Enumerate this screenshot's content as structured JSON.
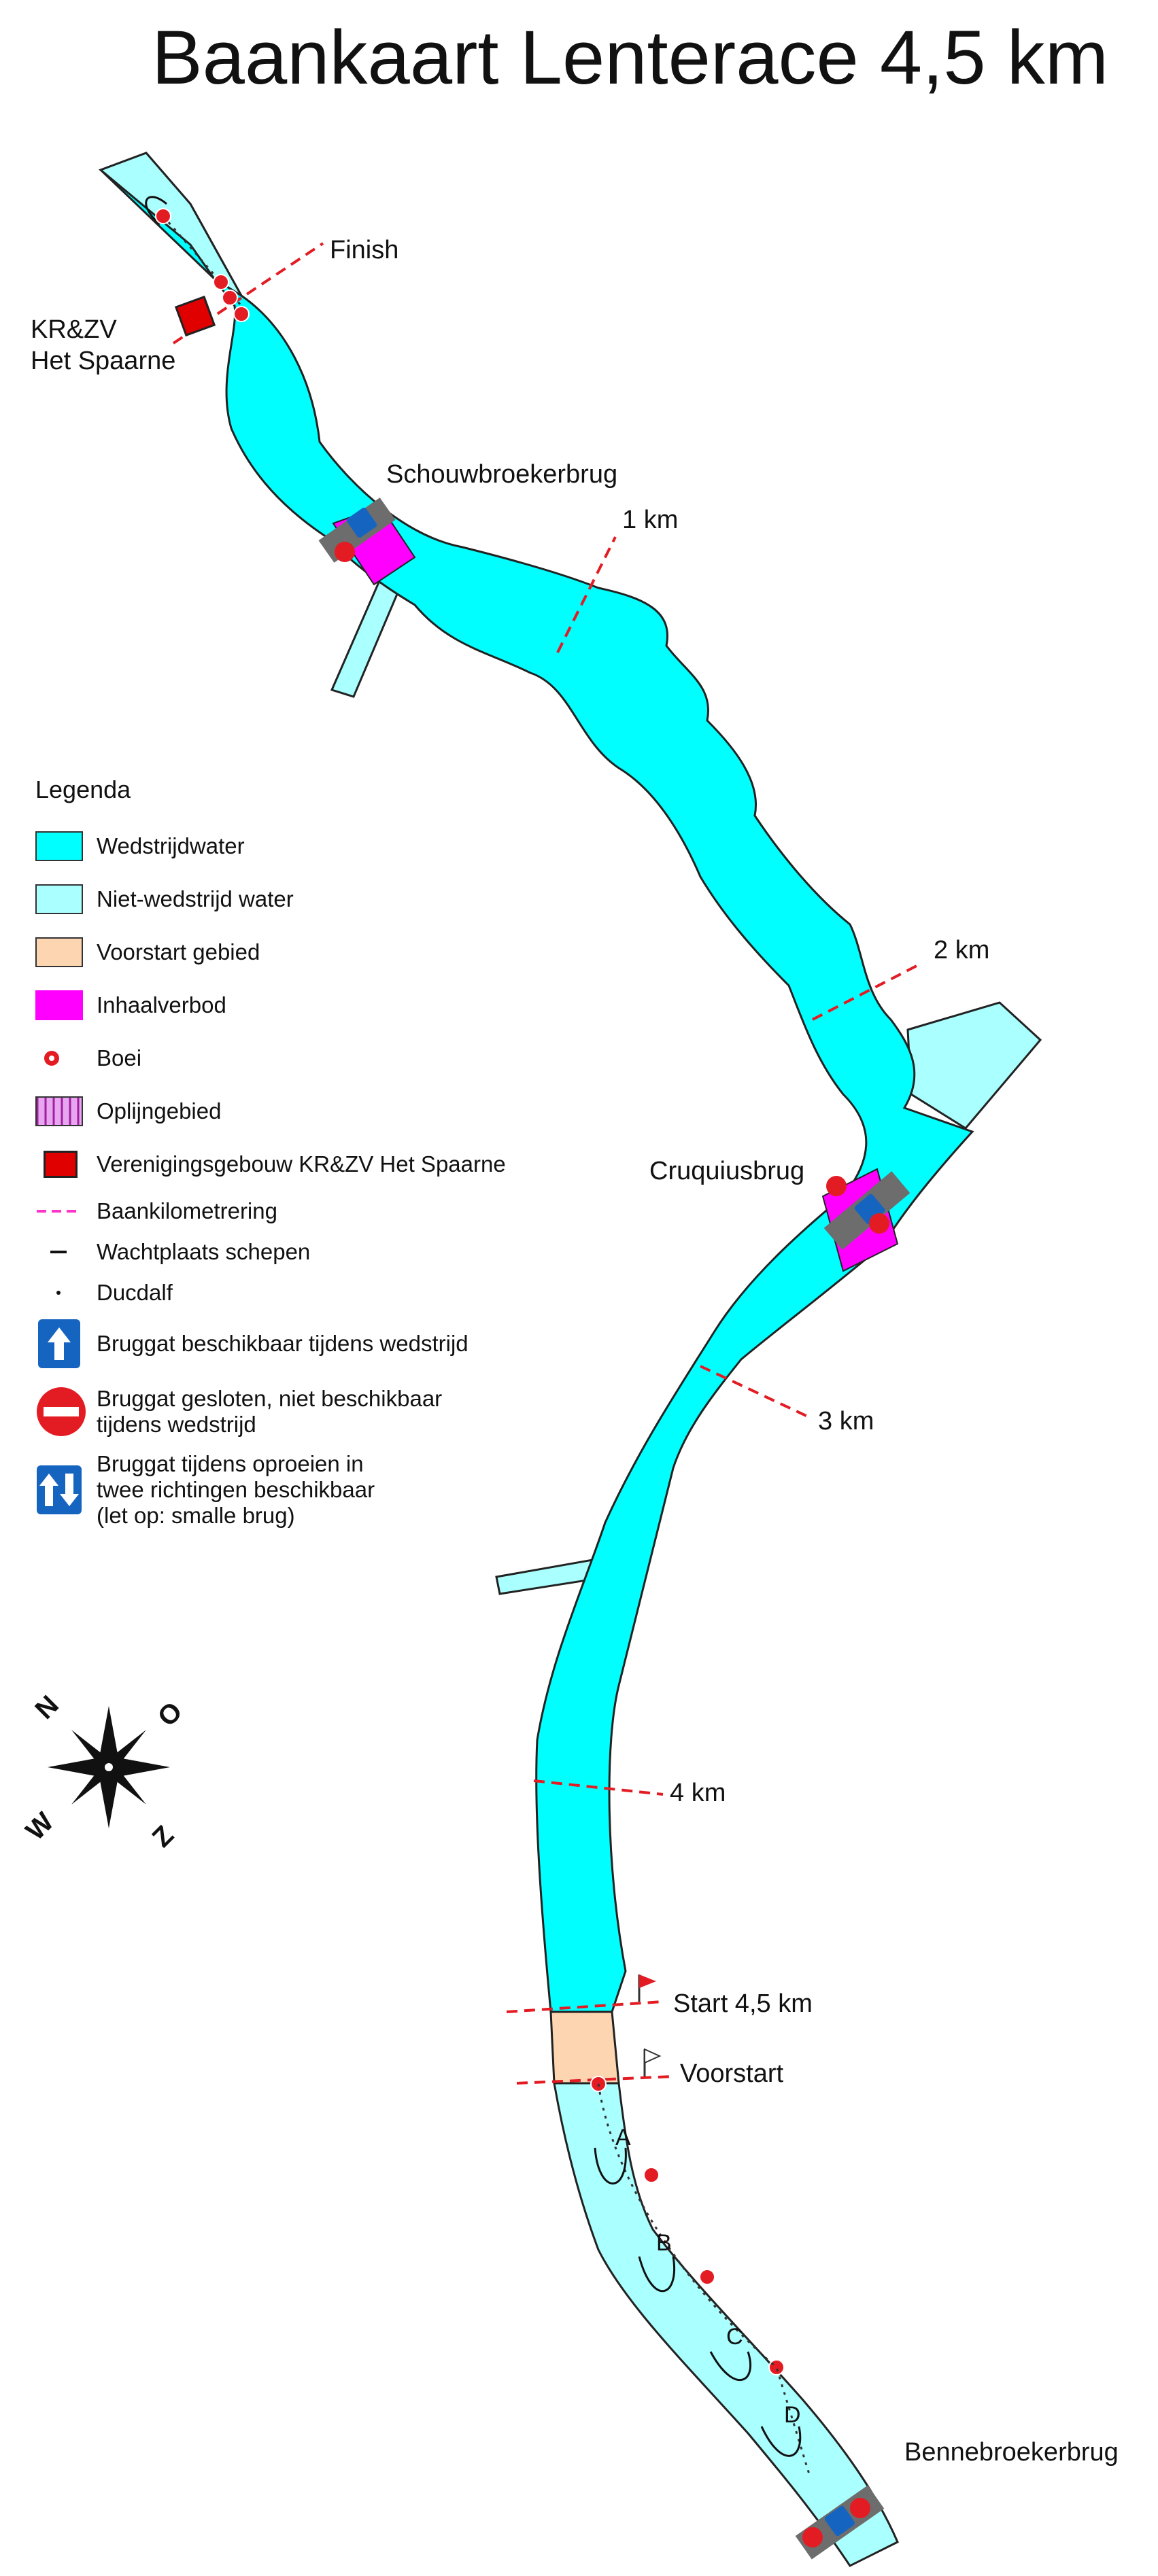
{
  "title": "Baankaart Lenterace 4,5 km",
  "colors": {
    "race_water": "#00ffff",
    "non_race_water": "#aaffff",
    "prestart": "#fdd5b1",
    "no_overtaking": "#ff00ff",
    "km_line": "#e31c23",
    "buoy": "#e31c23"
  },
  "labels": {
    "finish": "Finish",
    "club": "KR&ZV\nHet Spaarne",
    "bridge_1": "Schouwbroekerbrug",
    "bridge_2": "Cruquiusbrug",
    "bridge_3": "Bennebroekerbrug",
    "start": "Start 4,5 km",
    "prestart": "Voorstart"
  },
  "km_markers": [
    "1 km",
    "2 km",
    "3 km",
    "4 km"
  ],
  "warmup_lanes": [
    "A",
    "B",
    "C",
    "D"
  ],
  "legend": {
    "title": "Legenda",
    "items": [
      {
        "symbol": "race-water-swatch",
        "label": "Wedstrijdwater"
      },
      {
        "symbol": "non-race-water-swatch",
        "label": "Niet-wedstrijd water"
      },
      {
        "symbol": "prestart-swatch",
        "label": "Voorstart gebied"
      },
      {
        "symbol": "no-overtaking-swatch",
        "label": "Inhaalverbod"
      },
      {
        "symbol": "buoy-icon",
        "label": "Boei"
      },
      {
        "symbol": "lineup-area-swatch",
        "label": "Oplijngebied"
      },
      {
        "symbol": "clubhouse-icon",
        "label": "Verenigingsgebouw KR&ZV Het Spaarne"
      },
      {
        "symbol": "km-line-icon",
        "label": "Baankilometrering"
      },
      {
        "symbol": "waiting-place-icon",
        "label": "Wachtplaats schepen"
      },
      {
        "symbol": "mooring-post-icon",
        "label": "Ducdalf"
      },
      {
        "symbol": "bridge-open-icon",
        "label": "Bruggat beschikbaar tijdens wedstrijd"
      },
      {
        "symbol": "bridge-closed-icon",
        "label": "Bruggat gesloten, niet beschikbaar\ntijdens wedstrijd"
      },
      {
        "symbol": "bridge-twoway-icon",
        "label": "Bruggat tijdens oproeien in\ntwee richtingen beschikbaar\n(let op: smalle brug)"
      }
    ]
  },
  "compass": {
    "n": "N",
    "o": "O",
    "w": "W",
    "z": "Z"
  }
}
